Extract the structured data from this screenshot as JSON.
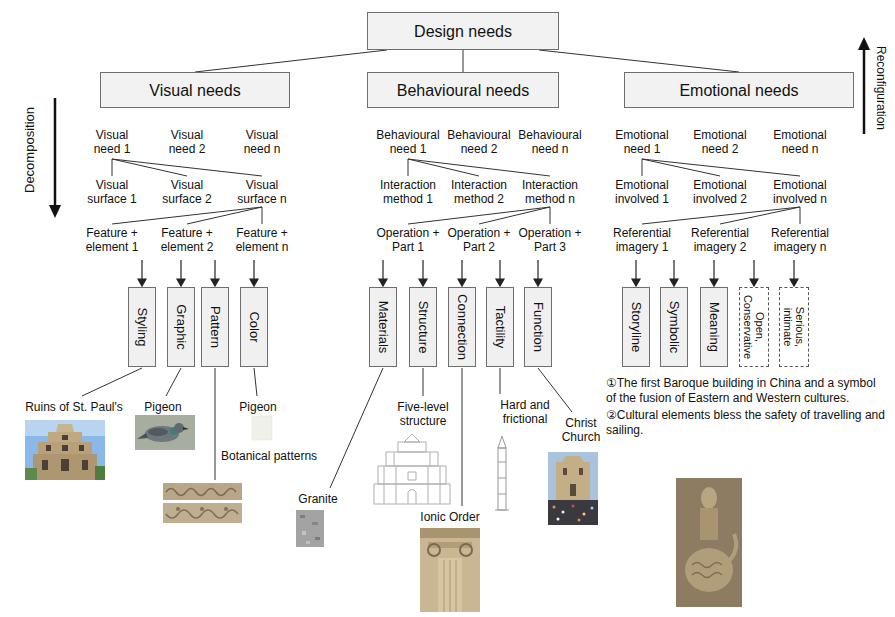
{
  "diagram": {
    "nodes": [
      {
        "text": [
          "Design needs"
        ]
      },
      {
        "text": [
          "Visual needs"
        ]
      },
      {
        "text": [
          "Behavioural needs"
        ]
      },
      {
        "text": [
          "Emotional needs"
        ]
      },
      {
        "text": [
          "Styling"
        ]
      },
      {
        "text": [
          "Graphic"
        ]
      },
      {
        "text": [
          "Pattern"
        ]
      },
      {
        "text": [
          "Color"
        ]
      },
      {
        "text": [
          "Materials"
        ]
      },
      {
        "text": [
          "Structure"
        ]
      },
      {
        "text": [
          "Connection"
        ]
      },
      {
        "text": [
          "Tactility"
        ]
      },
      {
        "text": [
          "Function"
        ]
      },
      {
        "text": [
          "Storyline"
        ]
      },
      {
        "text": [
          "Symbolic"
        ]
      },
      {
        "text": [
          "Meaning"
        ]
      },
      {
        "text": [
          "Open, Conservative"
        ]
      },
      {
        "text": [
          "Serious, intimate"
        ]
      }
    ],
    "edges": [
      {
        "from": 0,
        "to": 1,
        "arrow": "none"
      },
      {
        "from": 0,
        "to": 2,
        "arrow": "none"
      },
      {
        "from": 0,
        "to": 3,
        "arrow": "none"
      }
    ],
    "labels": [
      "Decomposition",
      "Reconfiguration",
      "Visual need 1",
      "Visual need 2",
      "Visual need n",
      "Behavioural need 1",
      "Behavioural need 2",
      "Behavioural need n",
      "Emotional need 1",
      "Emotional need 2",
      "Emotional need n",
      "Visual surface 1",
      "Visual surface 2",
      "Visual surface n",
      "Interaction method 1",
      "Interaction method 2",
      "Interaction method n",
      "Emotional involved 1",
      "Emotional involved 2",
      "Emotional involved n",
      "Feature + element 1",
      "Feature + element 2",
      "Feature + element n",
      "Operation + Part 1",
      "Operation + Part 2",
      "Operation + Part 3",
      "Referential imagery 1",
      "Referential imagery 2",
      "Referential imagery n",
      "Ruins of St. Paul's",
      "Pigeon",
      "Pigeon",
      "Five-level structure",
      "Hard and frictional",
      "①The first Baroque building in China and a symbol of the fusion of Eastern and Western cultures.",
      "②Cultural elements bless the safety of travelling and sailing.",
      "Christ Church",
      "Botanical patterns",
      "Granite",
      "Ionic Order"
    ]
  }
}
